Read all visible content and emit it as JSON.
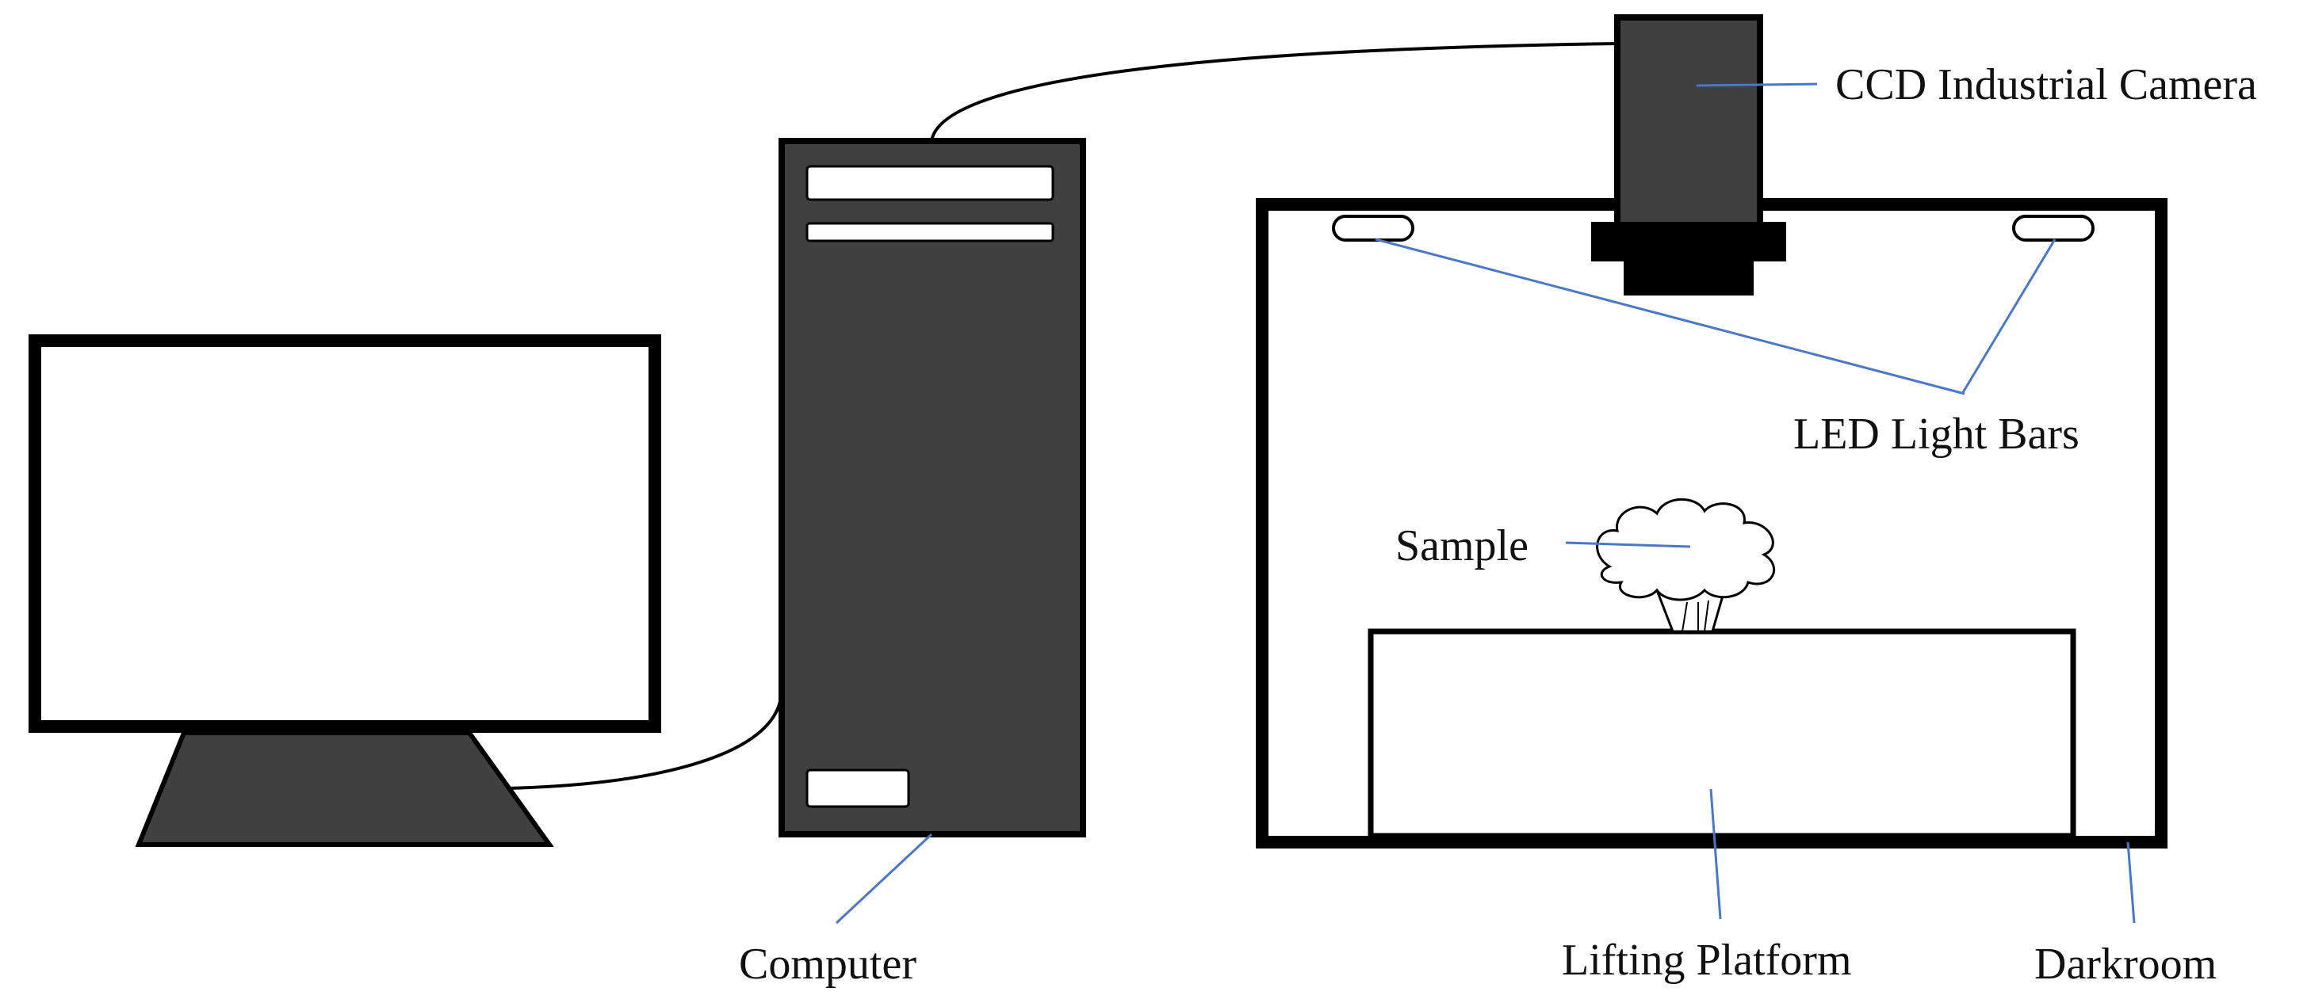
{
  "labels": {
    "camera": "CCD Industrial Camera",
    "led": "LED Light Bars",
    "sample": "Sample",
    "computer": "Computer",
    "platform": "Lifting Platform",
    "darkroom": "Darkroom"
  },
  "colors": {
    "outline": "#000000",
    "device_fill": "#404040",
    "leader_line": "#4a78c8",
    "background": "#ffffff"
  }
}
